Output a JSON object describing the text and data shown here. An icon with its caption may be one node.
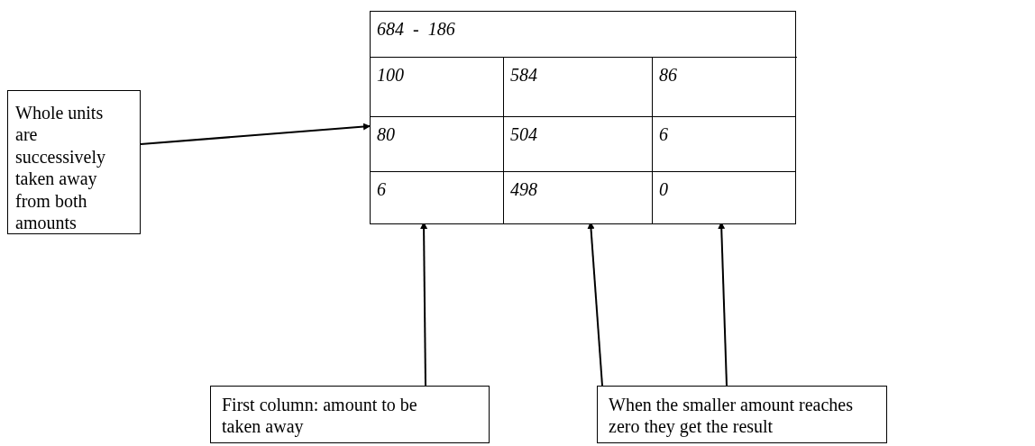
{
  "diagram": {
    "nodes": [
      {
        "text": [
          "Whole units are successively taken away from both amounts"
        ]
      },
      {
        "text": [],
        "shape": "box"
      },
      {
        "text": [
          "684  -  186"
        ],
        "in": 1
      },
      {
        "text": [
          "100"
        ],
        "in": 1
      },
      {
        "text": [
          "584"
        ],
        "in": 1
      },
      {
        "text": [
          "86"
        ],
        "in": 1
      },
      {
        "text": [
          "80"
        ],
        "in": 1
      },
      {
        "text": [
          "504"
        ],
        "in": 1
      },
      {
        "text": [
          "6"
        ],
        "in": 1
      },
      {
        "text": [
          "6"
        ],
        "in": 1
      },
      {
        "text": [
          "498"
        ],
        "in": 1
      },
      {
        "text": [
          "0"
        ],
        "in": 1
      },
      {
        "text": [
          "First column: amount to be taken away"
        ]
      },
      {
        "text": [
          "When the smaller amount reaches zero they get the result"
        ]
      }
    ],
    "edges": [
      {
        "from": 0,
        "to": 1,
        "arrow": "to"
      },
      {
        "from": 12,
        "to": 9,
        "arrow": "to"
      },
      {
        "from": 13,
        "to": 10,
        "arrow": "to"
      },
      {
        "from": 13,
        "to": 11,
        "arrow": "to"
      }
    ]
  }
}
